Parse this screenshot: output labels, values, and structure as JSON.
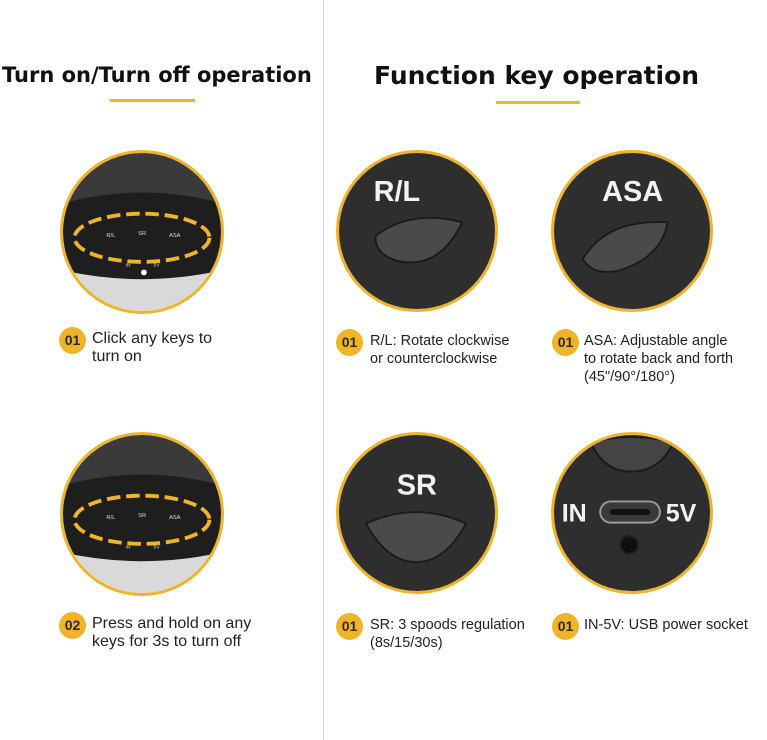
{
  "left": {
    "title": "Turn on/Turn off operation",
    "items": [
      {
        "badge": "01",
        "line1": "Click any keys to",
        "line2": "turn on"
      },
      {
        "badge": "02",
        "line1": "Press and hold on any",
        "line2": "keys for 3s to turn off"
      }
    ],
    "panel_labels": {
      "rl": "R/L",
      "sr": "SR",
      "asa": "ASA",
      "in": "IN",
      "v5": "5V"
    }
  },
  "right": {
    "title": "Function key operation",
    "items": [
      {
        "badge": "01",
        "key": "R/L",
        "line1": "R/L: Rotate clockwise",
        "line2": "or counterclockwise",
        "line3": ""
      },
      {
        "badge": "01",
        "key": "ASA",
        "line1": "ASA: Adjustable angle",
        "line2": "to rotate back and forth",
        "line3": "(45\"/90°/180°)"
      },
      {
        "badge": "01",
        "key": "SR",
        "line1": "SR: 3 spoods regulation",
        "line2": "(8s/15/30s)",
        "line3": ""
      },
      {
        "badge": "01",
        "key_in": "IN",
        "key_5v": "5V",
        "line1": "IN-5V: USB power socket",
        "line2": "",
        "line3": ""
      }
    ]
  },
  "colors": {
    "accent": "#f0b429",
    "device": "#2b2b2b"
  }
}
